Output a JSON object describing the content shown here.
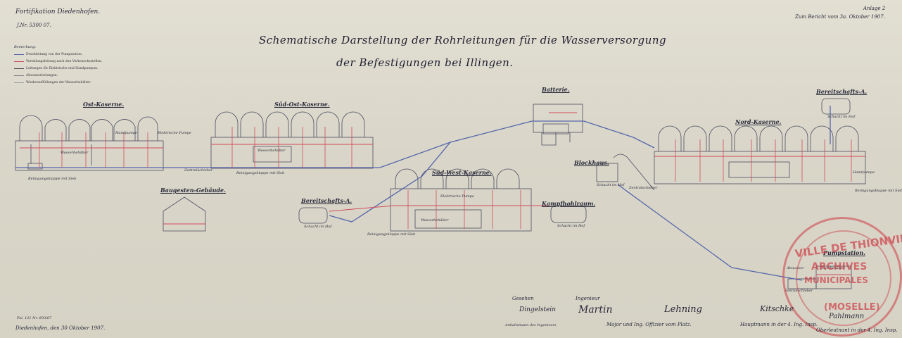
{
  "header": {
    "top_left": "Fortifikation Diedenhofen.",
    "top_left_ref": "J.Nr. 5300 07.",
    "top_right_line1": "Anlage 2",
    "top_right_line2": "Zum Bericht vom 3a. Oktober 1907."
  },
  "title": {
    "line1": "Schematische Darstellung der Rohrleitungen für die Wasserversorgung",
    "line2": "der Befestigungen bei Illingen."
  },
  "legend": {
    "heading": "Bemerkung:",
    "items": [
      {
        "text": "Druckleitung von der Pumpstation.",
        "color": "#5563a8"
      },
      {
        "text": "Verteilungsleitung nach den Verbrauchsstellen.",
        "color": "#c8485c"
      },
      {
        "text": "Leitungen für Elektrische und Handpumpen.",
        "color": "#444444"
      },
      {
        "text": "Abwasserleitungen.",
        "color": "#777777"
      },
      {
        "text": "Wiederauffüllungen der Wasserbehälter.",
        "color": "#999999"
      }
    ]
  },
  "buildings": {
    "ost_kaserne": "Ost-Kaserne.",
    "sued_ost_kaserne": "Süd-Ost-Kaserne.",
    "batterie": "Batterie.",
    "bereitschafts_a_right": "Bereitschafts-A.",
    "nord_kaserne": "Nord-Kaserne.",
    "blockhaus": "Blockhaus.",
    "baugesten_gebaeude": "Baugesten-Gebäude.",
    "sued_west_kaserne": "Süd-West-Kaserne.",
    "bereitschafts_a_left": "Bereitschafts-A.",
    "kampfhohlraum": "Kampfhohlraum.",
    "pumpstation": "Pumpstation."
  },
  "annotations": {
    "wasserbehaelter": "Wasserbehälter",
    "handpumpe": "Handpumpe",
    "elektrische_pumpe": "Elektrische Pumpe",
    "abwasser": "Abwasser",
    "reinigungsklappe": "Reinigungsklappe mit Sieb",
    "zentralschieber": "Zentralschieber",
    "schacht": "Schacht im Hof",
    "hochbehaelter": "Hochbehälter"
  },
  "footer": {
    "place_date": "Diedenhofen, den 30 Oktober 1907.",
    "ref_no": "Fol. 121 Nr. 693/07",
    "sig1_name": "Dingelstein",
    "sig1_role": "Gesehen",
    "sig2_name": "Martin",
    "sig2_role": "Ingenieur",
    "sig3_name": "Lehning",
    "sig3_role": "Major und Ing. Offizier vom Platz.",
    "sig4_name": "Kitschke",
    "sig4_role": "Hauptmann in der 4. Ing. Insp.",
    "sig5_name": "Pahlmann",
    "sig5_role": "Oberleutnant in der 4. Ing. Insp.",
    "col_label": "Anhaltsmann des Ingenieurs"
  },
  "stamp": {
    "line1": "VILLE DE THIONVILLE",
    "line2": "ARCHIVES",
    "line3": "MUNICIPALES",
    "line4": "(MOSELLE)"
  },
  "colors": {
    "pipe_blue": "#5566aa",
    "pipe_red": "#d24a5a",
    "ink": "#2a2a3a",
    "paper": "#dcd9cc"
  }
}
